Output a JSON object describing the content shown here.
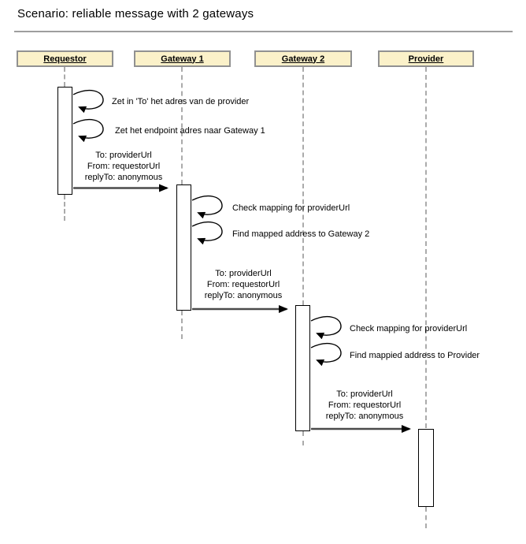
{
  "title": "Scenario: reliable message with 2 gateways",
  "diagram": {
    "type": "uml-sequence-diagram",
    "actors": [
      {
        "label": "Requestor"
      },
      {
        "label": "Gateway 1"
      },
      {
        "label": "Gateway 2"
      },
      {
        "label": "Provider"
      }
    ],
    "self_messages": [
      {
        "actor": "Requestor",
        "label": "Zet in 'To' het adres van de provider"
      },
      {
        "actor": "Requestor",
        "label": "Zet het endpoint adres naar Gateway 1"
      },
      {
        "actor": "Gateway 1",
        "label": "Check mapping for providerUrl"
      },
      {
        "actor": "Gateway 1",
        "label": "Find mapped address to Gateway 2"
      },
      {
        "actor": "Gateway 2",
        "label": "Check mapping for providerUrl"
      },
      {
        "actor": "Gateway 2",
        "label": "Find mappied address to Provider"
      }
    ],
    "messages": [
      {
        "from": "Requestor",
        "to": "Gateway 1",
        "lines": [
          "To: providerUrl",
          "From: requestorUrl",
          "replyTo: anonymous"
        ]
      },
      {
        "from": "Gateway 1",
        "to": "Gateway 2",
        "lines": [
          "To: providerUrl",
          "From: requestorUrl",
          "replyTo: anonymous"
        ]
      },
      {
        "from": "Gateway 2",
        "to": "Provider",
        "lines": [
          "To: providerUrl",
          "From: requestorUrl",
          "replyTo: anonymous"
        ]
      }
    ]
  },
  "colors": {
    "actor_fill": "#FBF1C9",
    "actor_border": "#919191",
    "lifeline": "#ABABAB",
    "arrow_line": "#4B4B4B",
    "arrowhead": "#000000",
    "divider": "#9E9E9E"
  }
}
